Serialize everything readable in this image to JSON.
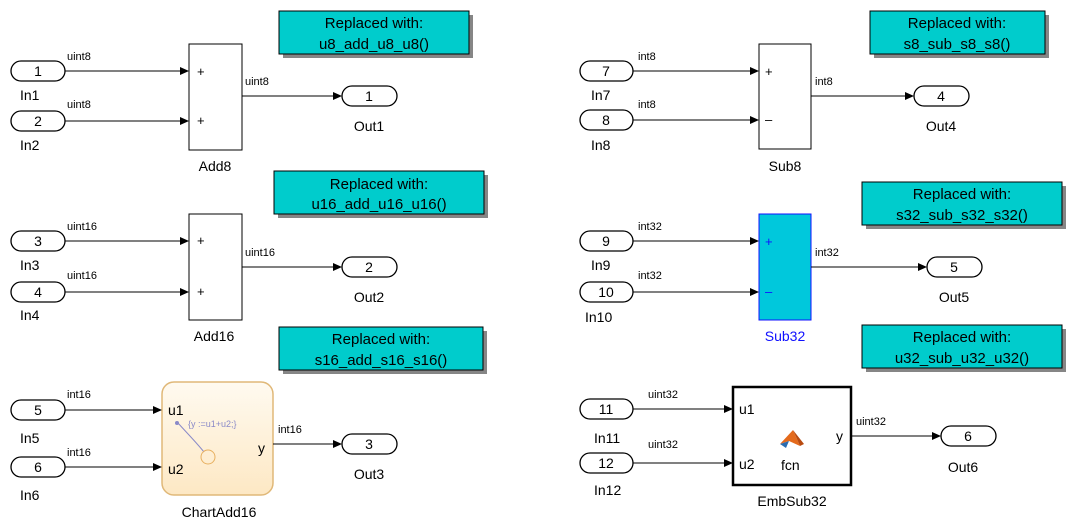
{
  "colors": {
    "annotation_fill": "#00cccc",
    "selected_block_fill": "#00c8dc",
    "selected_block_text": "#1010ff",
    "chart_fill": "#fff4e0",
    "chart_stroke": "#e0b878"
  },
  "annotations": [
    {
      "line1": "Replaced with:",
      "line2": "u8_add_u8_u8()"
    },
    {
      "line1": "Replaced with:",
      "line2": "u16_add_u16_u16()"
    },
    {
      "line1": "Replaced with:",
      "line2": "s16_add_s16_s16()"
    },
    {
      "line1": "Replaced with:",
      "line2": "s8_sub_s8_s8()"
    },
    {
      "line1": "Replaced with:",
      "line2": "s32_sub_s32_s32()"
    },
    {
      "line1": "Replaced with:",
      "line2": "u32_sub_u32_u32()"
    }
  ],
  "inports": [
    {
      "num": "1",
      "label": "In1"
    },
    {
      "num": "2",
      "label": "In2"
    },
    {
      "num": "3",
      "label": "In3"
    },
    {
      "num": "4",
      "label": "In4"
    },
    {
      "num": "5",
      "label": "In5"
    },
    {
      "num": "6",
      "label": "In6"
    },
    {
      "num": "7",
      "label": "In7"
    },
    {
      "num": "8",
      "label": "In8"
    },
    {
      "num": "9",
      "label": "In9"
    },
    {
      "num": "10",
      "label": "In10"
    },
    {
      "num": "11",
      "label": "In11"
    },
    {
      "num": "12",
      "label": "In12"
    }
  ],
  "outports": [
    {
      "num": "1",
      "label": "Out1"
    },
    {
      "num": "2",
      "label": "Out2"
    },
    {
      "num": "3",
      "label": "Out3"
    },
    {
      "num": "4",
      "label": "Out4"
    },
    {
      "num": "5",
      "label": "Out5"
    },
    {
      "num": "6",
      "label": "Out6"
    }
  ],
  "blocks": [
    {
      "name": "Add8",
      "in1": "+",
      "in2": "+"
    },
    {
      "name": "Add16",
      "in1": "+",
      "in2": "+"
    },
    {
      "name": "ChartAdd16",
      "in1": "u1",
      "in2": "u2",
      "out": "y",
      "content": "{y :=u1+u2;}"
    },
    {
      "name": "Sub8",
      "in1": "+",
      "in2": "–"
    },
    {
      "name": "Sub32",
      "in1": "+",
      "in2": "–"
    },
    {
      "name": "EmbSub32",
      "in1": "u1",
      "in2": "u2",
      "out": "y",
      "content": "fcn"
    }
  ],
  "signals": {
    "add8_in1": "uint8",
    "add8_in2": "uint8",
    "add8_out": "uint8",
    "add16_in1": "uint16",
    "add16_in2": "uint16",
    "add16_out": "uint16",
    "chart_in1": "int16",
    "chart_in2": "int16",
    "chart_out": "int16",
    "sub8_in1": "int8",
    "sub8_in2": "int8",
    "sub8_out": "int8",
    "sub32_in1": "int32",
    "sub32_in2": "int32",
    "sub32_out": "int32",
    "emb_in1": "uint32",
    "emb_in2": "uint32",
    "emb_out": "uint32"
  }
}
